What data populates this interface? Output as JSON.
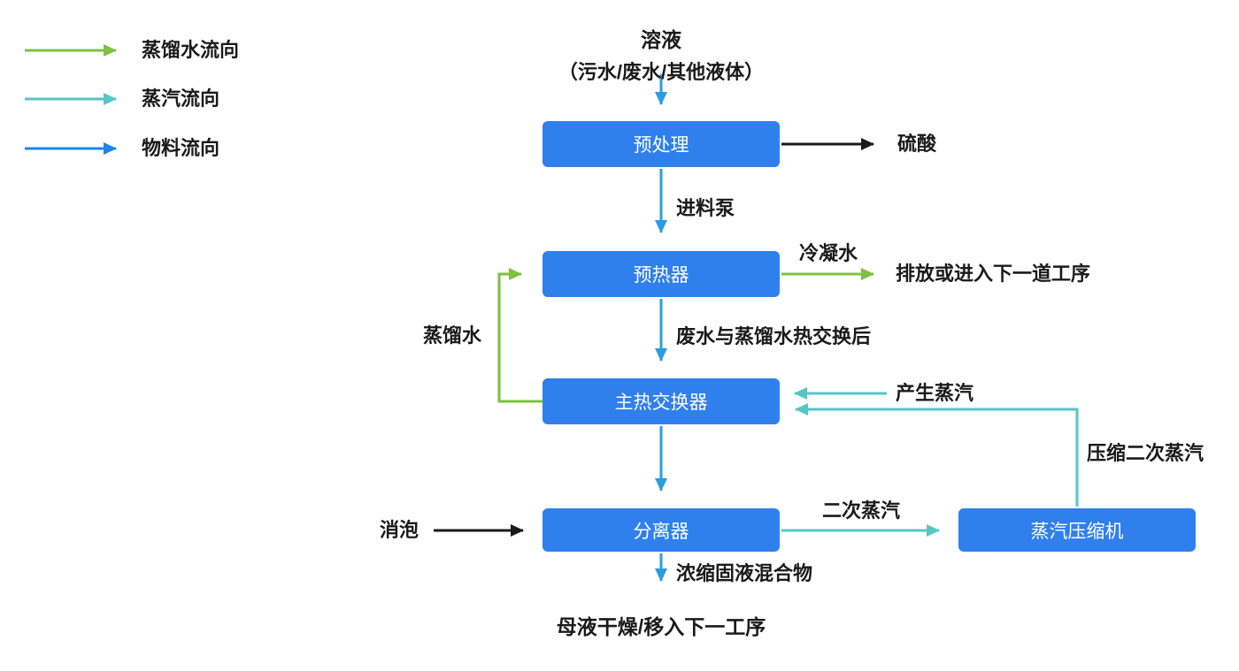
{
  "colors": {
    "node_blue": "#2F80ED",
    "material_flow_blue": "#2B9CE0",
    "legend_material_blue": "#1E86E5",
    "steam_teal": "#56C6C4",
    "distilled_green": "#7CC142",
    "neutral_black": "#1A1A1A",
    "node_text": "#FFFFFF"
  },
  "legend": {
    "items": [
      {
        "label": "蒸馏水流向",
        "color": "#7CC142"
      },
      {
        "label": "蒸汽流向",
        "color": "#56C6C4"
      },
      {
        "label": "物料流向",
        "color": "#1E86E5"
      }
    ]
  },
  "source": {
    "line1": "溶液",
    "line2": "（污水/废水/其他液体）"
  },
  "nodes": {
    "pretreatment": "预处理",
    "preheater": "预热器",
    "main_heat_exchanger": "主热交换器",
    "separator": "分离器",
    "steam_compressor": "蒸汽压缩机"
  },
  "flows": {
    "sulfuric_acid": "硫酸",
    "feed_pump": "进料泵",
    "condensate": "冷凝水",
    "discharge_next_step": "排放或进入下一道工序",
    "distilled_water": "蒸馏水",
    "after_heat_exchange": "废水与蒸馏水热交换后",
    "generated_steam": "产生蒸汽",
    "compressed_secondary_steam": "压缩二次蒸汽",
    "defoam": "消泡",
    "secondary_steam": "二次蒸汽",
    "concentrated_mixture": "浓缩固液混合物",
    "mother_liquor_next": "母液干燥/移入下一工序"
  }
}
